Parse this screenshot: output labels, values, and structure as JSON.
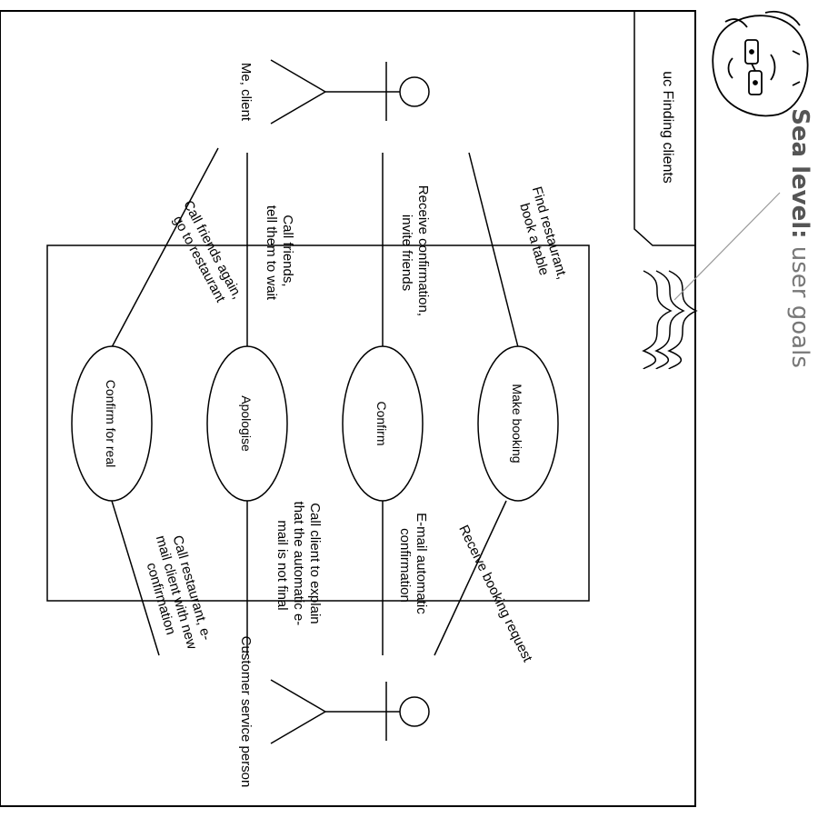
{
  "diagram": {
    "frame_title": "uc Finding clients",
    "level_caption": {
      "strong": "Sea level:",
      "rest": " user goals"
    },
    "actors": [
      {
        "id": "client",
        "label": "Me, client"
      },
      {
        "id": "service",
        "label": "Customer service person"
      }
    ],
    "use_cases": [
      {
        "id": "make_booking",
        "label": "Make booking"
      },
      {
        "id": "confirm",
        "label": "Confirm"
      },
      {
        "id": "apologise",
        "label": "Apologise"
      },
      {
        "id": "confirm_real",
        "label": "Confirm for real"
      }
    ],
    "associations": [
      {
        "from": "client",
        "to": "make_booking",
        "label_lines": [
          "Find restaurant,",
          "book a table"
        ]
      },
      {
        "from": "client",
        "to": "confirm",
        "label_lines": [
          "Receive confirmation,",
          "invite friends"
        ]
      },
      {
        "from": "client",
        "to": "apologise",
        "label_lines": [
          "Call friends,",
          "tell them to wait"
        ]
      },
      {
        "from": "client",
        "to": "confirm_real",
        "label_lines": [
          "Call friends again,",
          "go to restaurant"
        ]
      },
      {
        "from": "service",
        "to": "make_booking",
        "label_lines": [
          "Receive booking request"
        ]
      },
      {
        "from": "service",
        "to": "confirm",
        "label_lines": [
          "E-mail automatic",
          "confirmation"
        ]
      },
      {
        "from": "service",
        "to": "apologise",
        "label_lines": [
          "Call client to explain",
          "that the automatic e-",
          "mail is not final"
        ]
      },
      {
        "from": "service",
        "to": "confirm_real",
        "label_lines": [
          "Call restaurant, e-",
          "mail client with new",
          "confirmation"
        ]
      }
    ]
  }
}
